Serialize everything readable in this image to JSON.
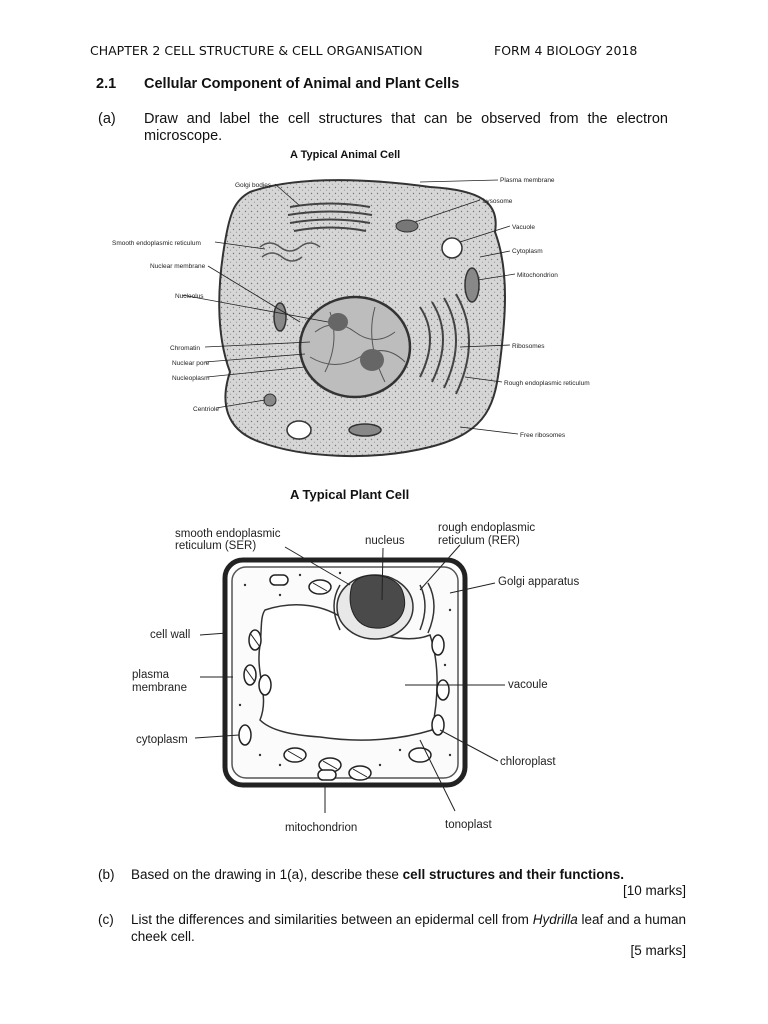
{
  "header": {
    "left": "CHAPTER 2 CELL STRUCTURE & CELL ORGANISATION",
    "right": "FORM 4 BIOLOGY 2018"
  },
  "section": {
    "number": "2.1",
    "title": "Cellular Component of Animal and Plant Cells"
  },
  "question_a": {
    "label": "(a)",
    "text": "Draw and label the cell structures that can be observed from the electron microscope."
  },
  "animal_cell": {
    "title": "A Typical Animal Cell",
    "labels": {
      "golgi": "Golgi bodies",
      "ser": "Smooth endoplasmic reticulum",
      "nuclear_membrane": "Nuclear membrane",
      "nucleolus": "Nucleolus",
      "chromatin": "Chromatin",
      "nuclear_pore": "Nuclear pore",
      "nucleoplasm": "Nucleoplasm",
      "centriole": "Centriole",
      "plasma_membrane": "Plasma membrane",
      "lysosome": "Lysosome",
      "vacuole": "Vacuole",
      "cytoplasm": "Cytoplasm",
      "mitochondrion": "Mitochondrion",
      "ribosomes": "Ribosomes",
      "rer": "Rough endoplasmic reticulum",
      "free_ribosomes": "Free ribosomes"
    }
  },
  "plant_cell": {
    "title": "A Typical Plant Cell",
    "labels": {
      "ser_line1": "smooth endoplasmic",
      "ser_line2": "reticulum (SER)",
      "nucleus": "nucleus",
      "rer_line1": "rough endoplasmic",
      "rer_line2": "reticulum (RER)",
      "golgi": "Golgi apparatus",
      "cell_wall": "cell wall",
      "plasma_line1": "plasma",
      "plasma_line2": "membrane",
      "vacuole": "vacoule",
      "cytoplasm": "cytoplasm",
      "chloroplast": "chloroplast",
      "mitochondrion": "mitochondrion",
      "tonoplast": "tonoplast"
    }
  },
  "question_b": {
    "label": "(b)",
    "text_before": "Based on the drawing in 1(a), describe these ",
    "text_bold": "cell structures and their functions.",
    "marks": "[10 marks]"
  },
  "question_c": {
    "label": "(c)",
    "text_before": "List the differences and similarities between an epidermal cell from ",
    "text_italic": "Hydrilla",
    "text_after": " leaf and a human cheek cell.",
    "marks": "[5 marks]"
  }
}
